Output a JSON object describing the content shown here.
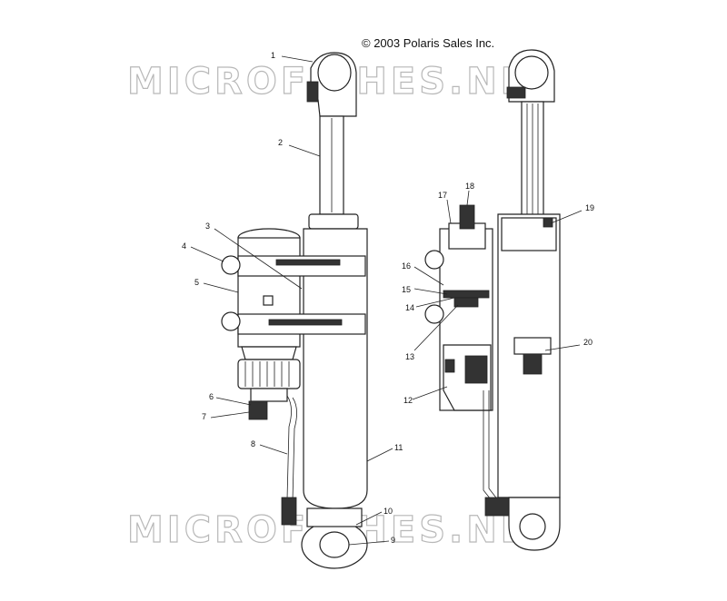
{
  "copyright": "© 2003 Polaris Sales Inc.",
  "watermark": "MICROFICHES.NET",
  "callouts": [
    {
      "label": "1"
    },
    {
      "label": "2"
    },
    {
      "label": "3"
    },
    {
      "label": "4"
    },
    {
      "label": "5"
    },
    {
      "label": "6"
    },
    {
      "label": "7"
    },
    {
      "label": "8"
    },
    {
      "label": "9"
    },
    {
      "label": "10"
    },
    {
      "label": "11"
    },
    {
      "label": "12"
    },
    {
      "label": "13"
    },
    {
      "label": "14"
    },
    {
      "label": "15"
    },
    {
      "label": "16"
    },
    {
      "label": "17"
    },
    {
      "label": "18"
    },
    {
      "label": "19"
    },
    {
      "label": "20"
    }
  ]
}
